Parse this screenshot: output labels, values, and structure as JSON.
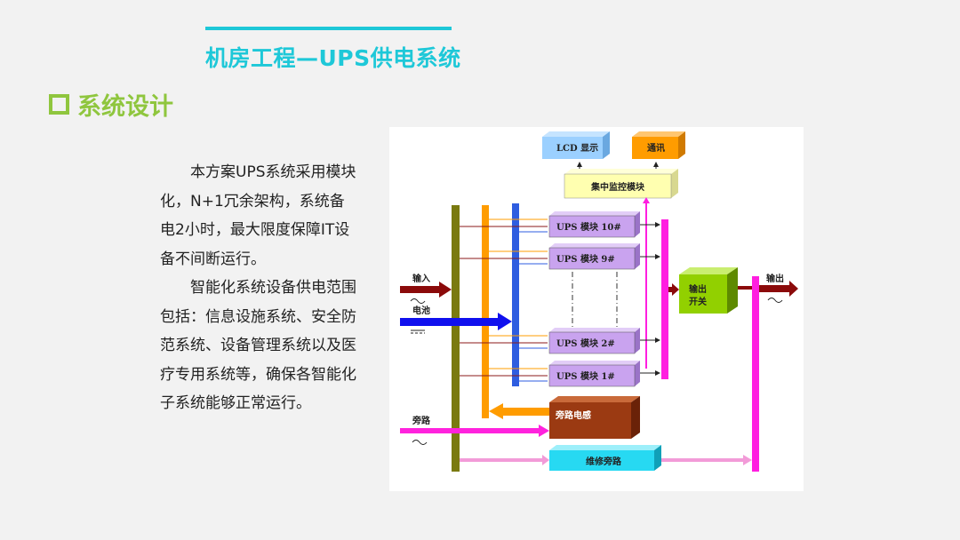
{
  "header": {
    "title": "机房工程—UPS供电系统"
  },
  "section": {
    "heading": "系统设计"
  },
  "paragraphs": [
    "本方案UPS系统采用模块化，N+1冗余架构，系统备电2小时，最大限度保障IT设备不间断运行。",
    "智能化系统设备供电范围包括：信息设施系统、安全防范系统、设备管理系统以及医疗专用系统等，确保各智能化子系统能够正常运行。"
  ],
  "diagram": {
    "lcd": "LCD 显示",
    "comm": "通讯",
    "monitor": "集中监控模块",
    "ups10": "UPS 模块 10#",
    "ups9": "UPS 模块 9#",
    "ups2": "UPS 模块 2#",
    "ups1": "UPS 模块 1#",
    "input": "输入",
    "battery": "电池",
    "output_switch_1": "输出",
    "output_switch_2": "开关",
    "output": "输出",
    "bypass": "旁路",
    "bypass_inductor": "旁路电感",
    "maintenance_bypass": "维修旁路",
    "colors": {
      "olive_bus": "#7a7a10",
      "orange_bus": "#ff9c00",
      "blue_bus": "#2e5de0",
      "magenta_bus": "#ff1ee0",
      "module_fill": "#c9a3ef",
      "monitor_fill": "#ffffb0",
      "lcd_fill": "#9bd0ff",
      "comm_fill": "#ff9c00",
      "inductor_fill": "#9b3a12",
      "maintenance_fill": "#27d9f2",
      "switch_fill": "#92d000",
      "input_arrow": "#8b0a0a",
      "battery_arrow": "#1010ee",
      "bypass_arrow": "#ff22dd"
    }
  }
}
